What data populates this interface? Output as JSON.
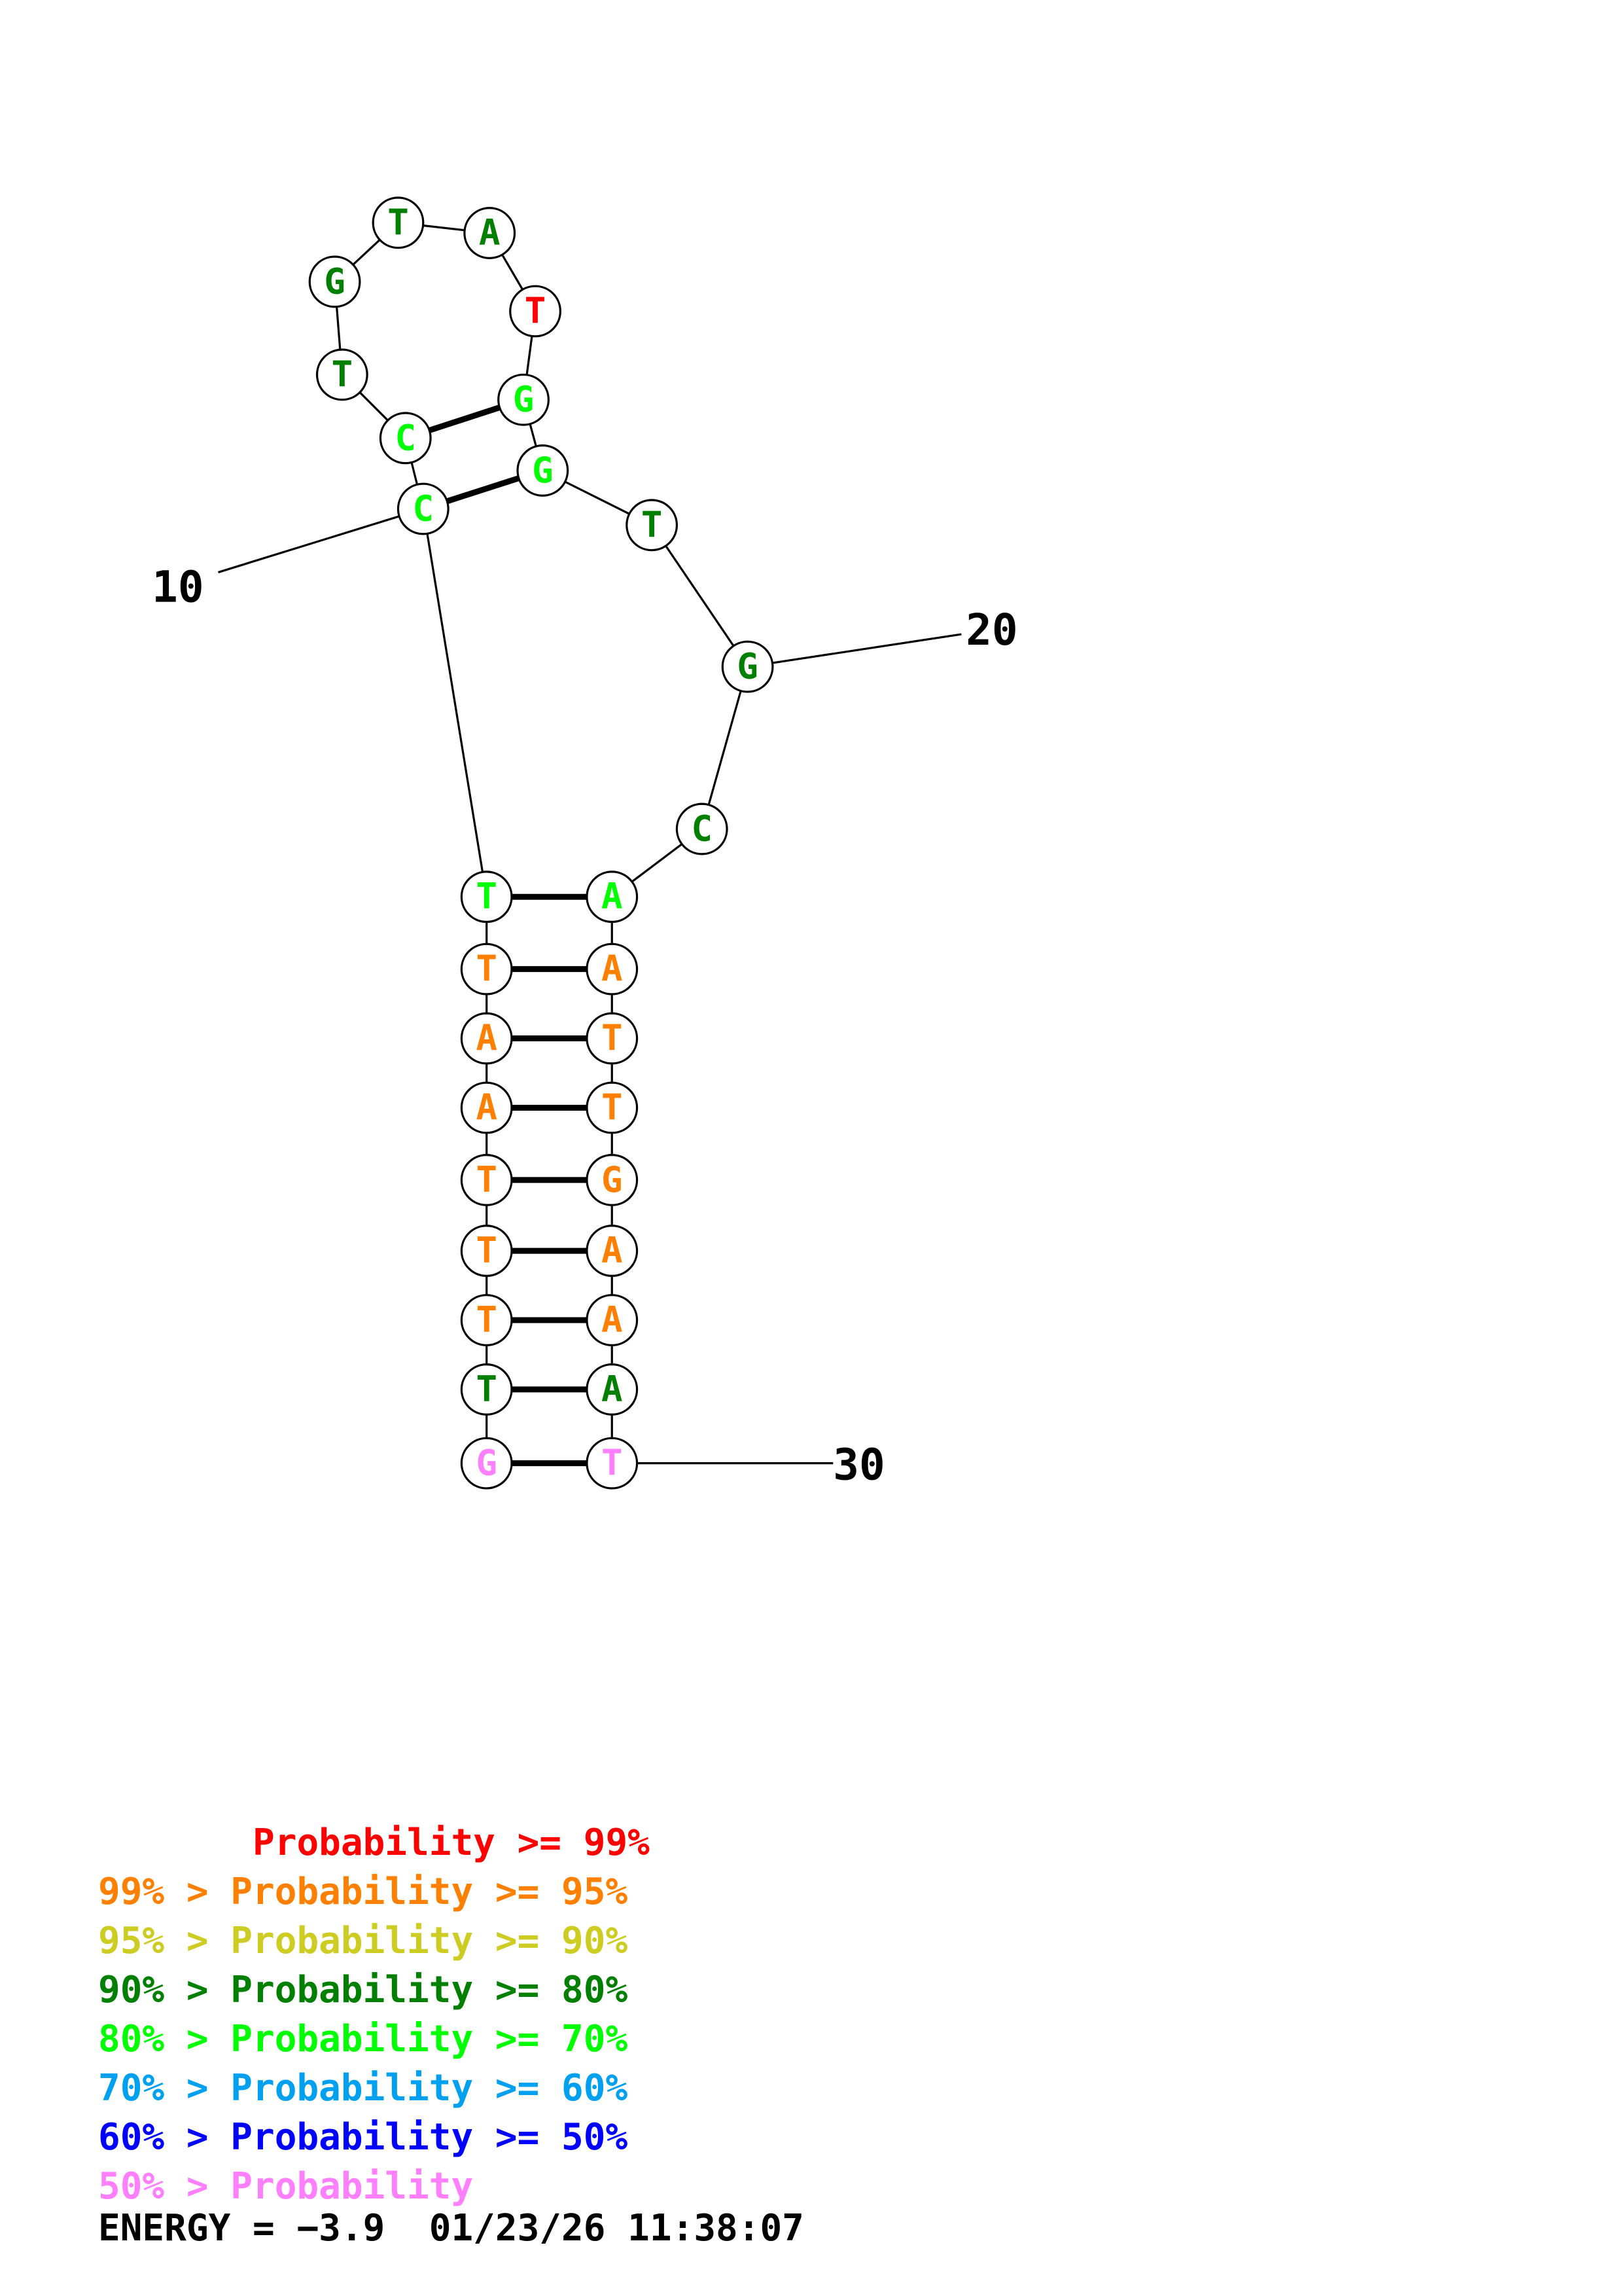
{
  "colors": {
    "p99": "#ff0000",
    "p95": "#ff7f00",
    "p90": "#cccc22",
    "p80": "#007f00",
    "p70": "#00ff00",
    "p60": "#00a0f0",
    "p50": "#0000ff",
    "plow": "#ff7fff"
  },
  "structure": {
    "nucleotides": [
      {
        "index": 10,
        "base": "C",
        "prob_class": "p70"
      },
      {
        "index": 11,
        "base": "C",
        "prob_class": "p70"
      },
      {
        "index": 12,
        "base": "T",
        "prob_class": "p80"
      },
      {
        "index": 13,
        "base": "G",
        "prob_class": "p80"
      },
      {
        "index": 14,
        "base": "T",
        "prob_class": "p80"
      },
      {
        "index": 15,
        "base": "A",
        "prob_class": "p80"
      },
      {
        "index": 16,
        "base": "T",
        "prob_class": "p99"
      },
      {
        "index": 17,
        "base": "G",
        "prob_class": "p70"
      },
      {
        "index": 18,
        "base": "G",
        "prob_class": "p70"
      },
      {
        "index": 19,
        "base": "T",
        "prob_class": "p80"
      },
      {
        "index": 20,
        "base": "G",
        "prob_class": "p80"
      },
      {
        "index": 21,
        "base": "C",
        "prob_class": "p80"
      },
      {
        "index": 22,
        "base": "A",
        "prob_class": "p70"
      },
      {
        "index": 23,
        "base": "A",
        "prob_class": "p95"
      },
      {
        "index": 24,
        "base": "T",
        "prob_class": "p95"
      },
      {
        "index": 25,
        "base": "T",
        "prob_class": "p95"
      },
      {
        "index": 26,
        "base": "G",
        "prob_class": "p95"
      },
      {
        "index": 27,
        "base": "A",
        "prob_class": "p95"
      },
      {
        "index": 28,
        "base": "A",
        "prob_class": "p95"
      },
      {
        "index": 29,
        "base": "A",
        "prob_class": "p80"
      },
      {
        "index": 30,
        "base": "T",
        "prob_class": "plow"
      },
      {
        "index": 1,
        "base": "G",
        "prob_class": "plow"
      },
      {
        "index": 2,
        "base": "T",
        "prob_class": "p80"
      },
      {
        "index": 3,
        "base": "T",
        "prob_class": "p95"
      },
      {
        "index": 4,
        "base": "T",
        "prob_class": "p95"
      },
      {
        "index": 5,
        "base": "T",
        "prob_class": "p95"
      },
      {
        "index": 6,
        "base": "A",
        "prob_class": "p95"
      },
      {
        "index": 7,
        "base": "A",
        "prob_class": "p95"
      },
      {
        "index": 8,
        "base": "T",
        "prob_class": "p95"
      },
      {
        "index": 9,
        "base": "T",
        "prob_class": "p70"
      }
    ],
    "index_labels": [
      {
        "text": "10",
        "index": 10
      },
      {
        "text": "20",
        "index": 20
      },
      {
        "text": "30",
        "index": 30
      }
    ]
  },
  "legend": [
    {
      "prefix": "       ",
      "text": "Probability >= 99%",
      "prob_class": "p99"
    },
    {
      "prefix": "99% > ",
      "text": "Probability >= 95%",
      "prob_class": "p95"
    },
    {
      "prefix": "95% > ",
      "text": "Probability >= 90%",
      "prob_class": "p90"
    },
    {
      "prefix": "90% > ",
      "text": "Probability >= 80%",
      "prob_class": "p80"
    },
    {
      "prefix": "80% > ",
      "text": "Probability >= 70%",
      "prob_class": "p70"
    },
    {
      "prefix": "70% > ",
      "text": "Probability >= 60%",
      "prob_class": "p60"
    },
    {
      "prefix": "60% > ",
      "text": "Probability >= 50%",
      "prob_class": "p50"
    },
    {
      "prefix": "50% > ",
      "text": "Probability",
      "prob_class": "plow"
    }
  ],
  "footer": {
    "energy_label": "ENERGY = ",
    "energy_value": "−3.9",
    "timestamp": "01/23/26 11:38:07"
  }
}
